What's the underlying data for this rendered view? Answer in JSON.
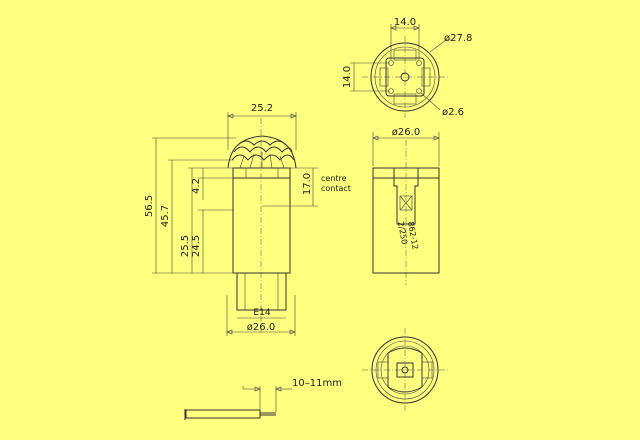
{
  "side_view": {
    "dim_top_width": "25.2",
    "dim_total_height": "56.5",
    "dim_body_height": "45.7",
    "dim_shoulder": "4.2",
    "dim_contact": "17.0",
    "dim_thread_a": "25.5",
    "dim_thread_b": "24.5",
    "dim_thread_label": "E14",
    "dim_bottom_dia": "ø26.0",
    "note_line1": "centre",
    "note_line2": "contact"
  },
  "top_view": {
    "dim_width": "14.0",
    "dim_height": "14.0",
    "dim_outer_dia": "ø27.8",
    "dim_hole_dia": "ø2.6"
  },
  "front_view": {
    "dim_dia": "ø26.0",
    "marking_line1": "862-12",
    "marking_line2": "2/250"
  },
  "wire_view": {
    "dim_strip": "10–11mm"
  },
  "colors": {
    "background": "#ffff7f",
    "line": "#333333"
  }
}
